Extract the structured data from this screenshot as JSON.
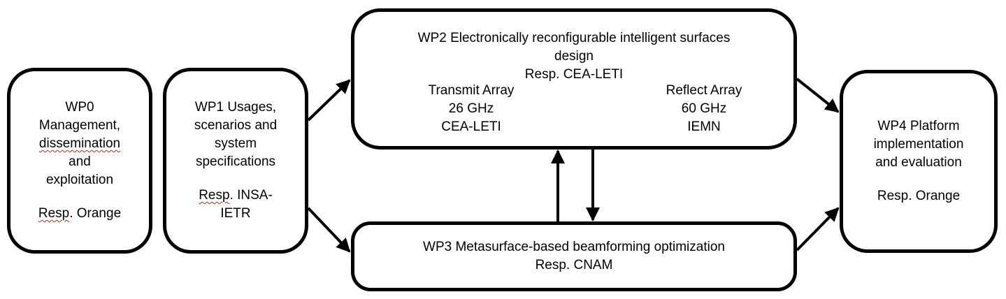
{
  "wp0": {
    "lines": [
      "WP0",
      "Management,",
      "dissemination",
      "and",
      "exploitation"
    ],
    "resp_prefix": "Resp",
    "resp_rest": ". Orange"
  },
  "wp1": {
    "lines": [
      "WP1 Usages,",
      "scenarios and",
      "system",
      "specifications"
    ],
    "resp_prefix": "Resp",
    "resp_rest": ". INSA-",
    "resp_line2": "IETR"
  },
  "wp2": {
    "title_line1": "WP2 Electronically reconfigurable intelligent surfaces",
    "title_line2": "design",
    "resp": "Resp. CEA-LETI",
    "left": {
      "name": "Transmit Array",
      "freq": "26 GHz",
      "org": "CEA-LETI"
    },
    "right": {
      "name": "Reflect Array",
      "freq": "60 GHz",
      "org": "IEMN"
    }
  },
  "wp3": {
    "title": "WP3 Metasurface-based beamforming optimization",
    "resp": "Resp. CNAM"
  },
  "wp4": {
    "lines": [
      "WP4 Platform",
      "implementation",
      "and evaluation"
    ],
    "resp": "Resp. Orange"
  }
}
